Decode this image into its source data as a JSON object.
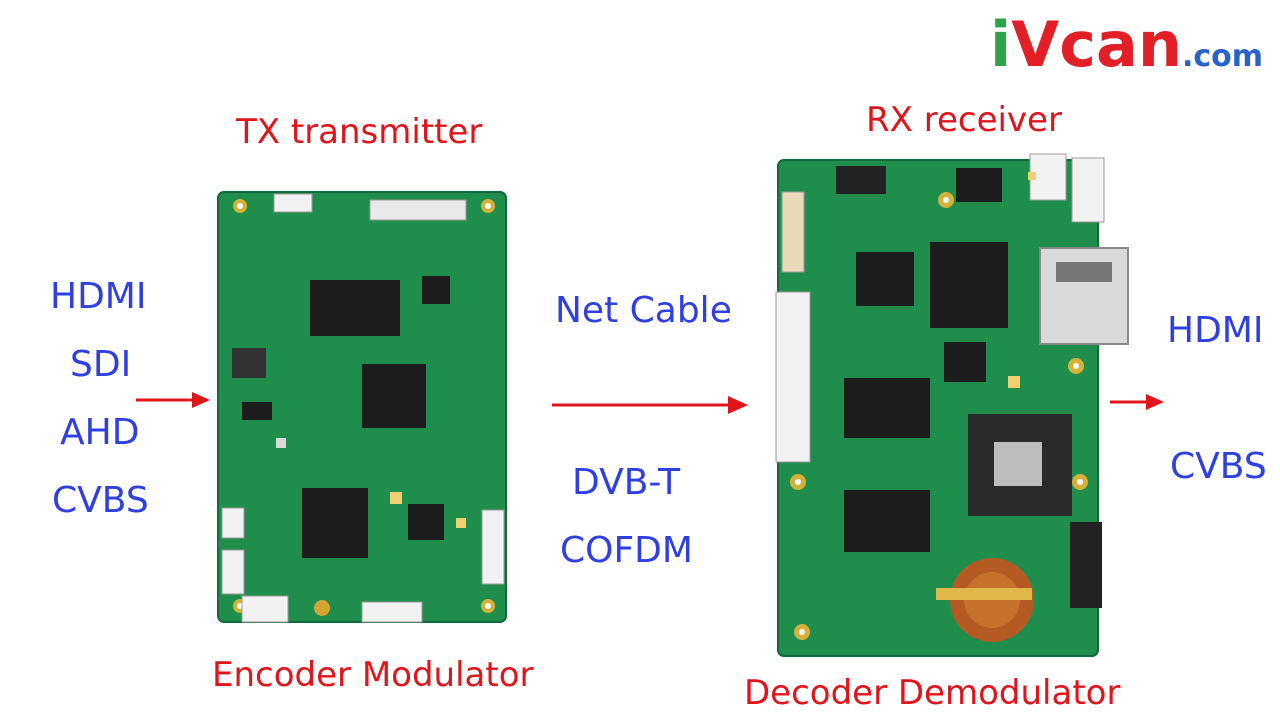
{
  "logo": {
    "part1": "i",
    "part2": "Vcan",
    "part3": ".com"
  },
  "transmitter": {
    "title": "TX transmitter",
    "caption": "Encoder Modulator",
    "inputs": [
      "HDMI",
      "SDI",
      "AHD",
      "CVBS"
    ]
  },
  "link": {
    "top": "Net Cable",
    "bottom1": "DVB-T",
    "bottom2": "COFDM"
  },
  "receiver": {
    "title": "RX receiver",
    "caption": "Decoder Demodulator",
    "outputs": [
      "HDMI",
      "CVBS"
    ]
  },
  "colors": {
    "red": "#e0141b",
    "blue": "#2f3fe0",
    "pcb": "#1f8e4c",
    "chip": "#1c1c1c"
  }
}
